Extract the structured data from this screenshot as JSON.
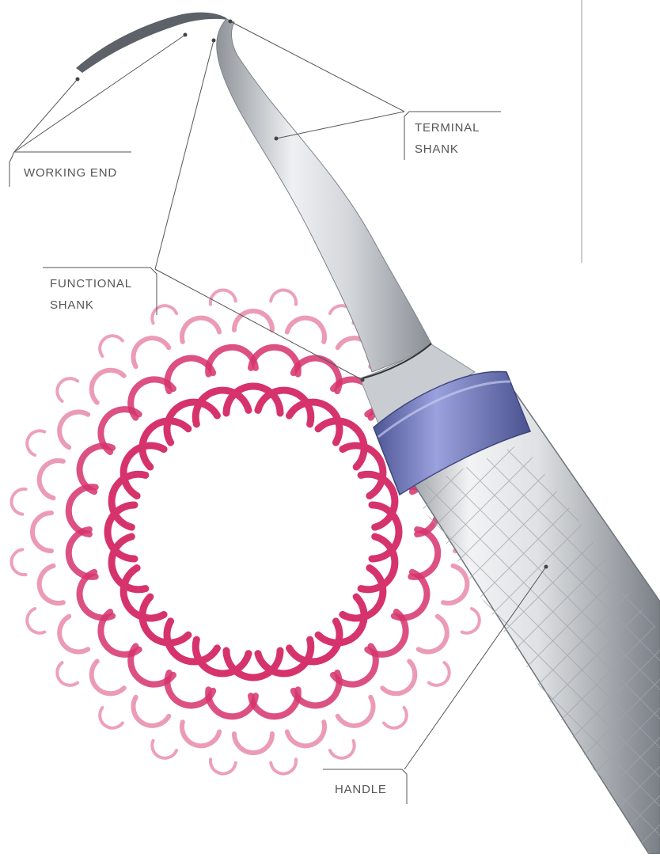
{
  "diagram": {
    "labels": {
      "working_end": "WORKING END",
      "terminal_shank_line1": "TERMINAL",
      "terminal_shank_line2": "SHANK",
      "functional_shank_line1": "FUNCTIONAL",
      "functional_shank_line2": "SHANK",
      "handle": "HANDLE"
    },
    "colors": {
      "label_text": "#555555",
      "leader_line": "#555555",
      "rosette_inner": "#d6336c",
      "rosette_outer": "#e88aa8",
      "instrument_metal": "#d2d5d9",
      "collar": "#7b84c6"
    },
    "icons": {
      "rosette": "pink-crescent-rosette-icon",
      "instrument": "dental-scaler-instrument-icon"
    }
  }
}
